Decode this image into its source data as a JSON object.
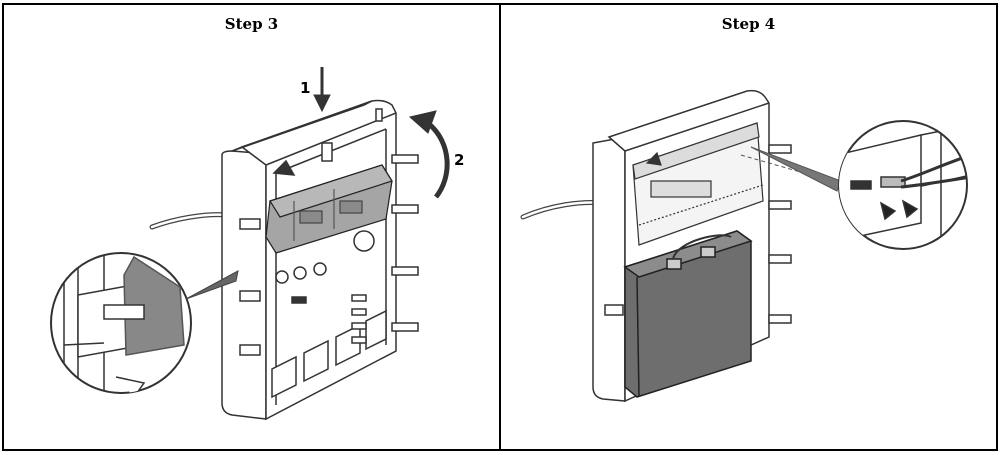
{
  "steps": [
    {
      "title": "Step 3",
      "arrow_labels": [
        "1",
        "2"
      ]
    },
    {
      "title": "Step 4"
    }
  ],
  "colors": {
    "line": "#333333",
    "battery": "#6e6e6e",
    "pcb": "#9a9a9a",
    "border": "#000000"
  }
}
